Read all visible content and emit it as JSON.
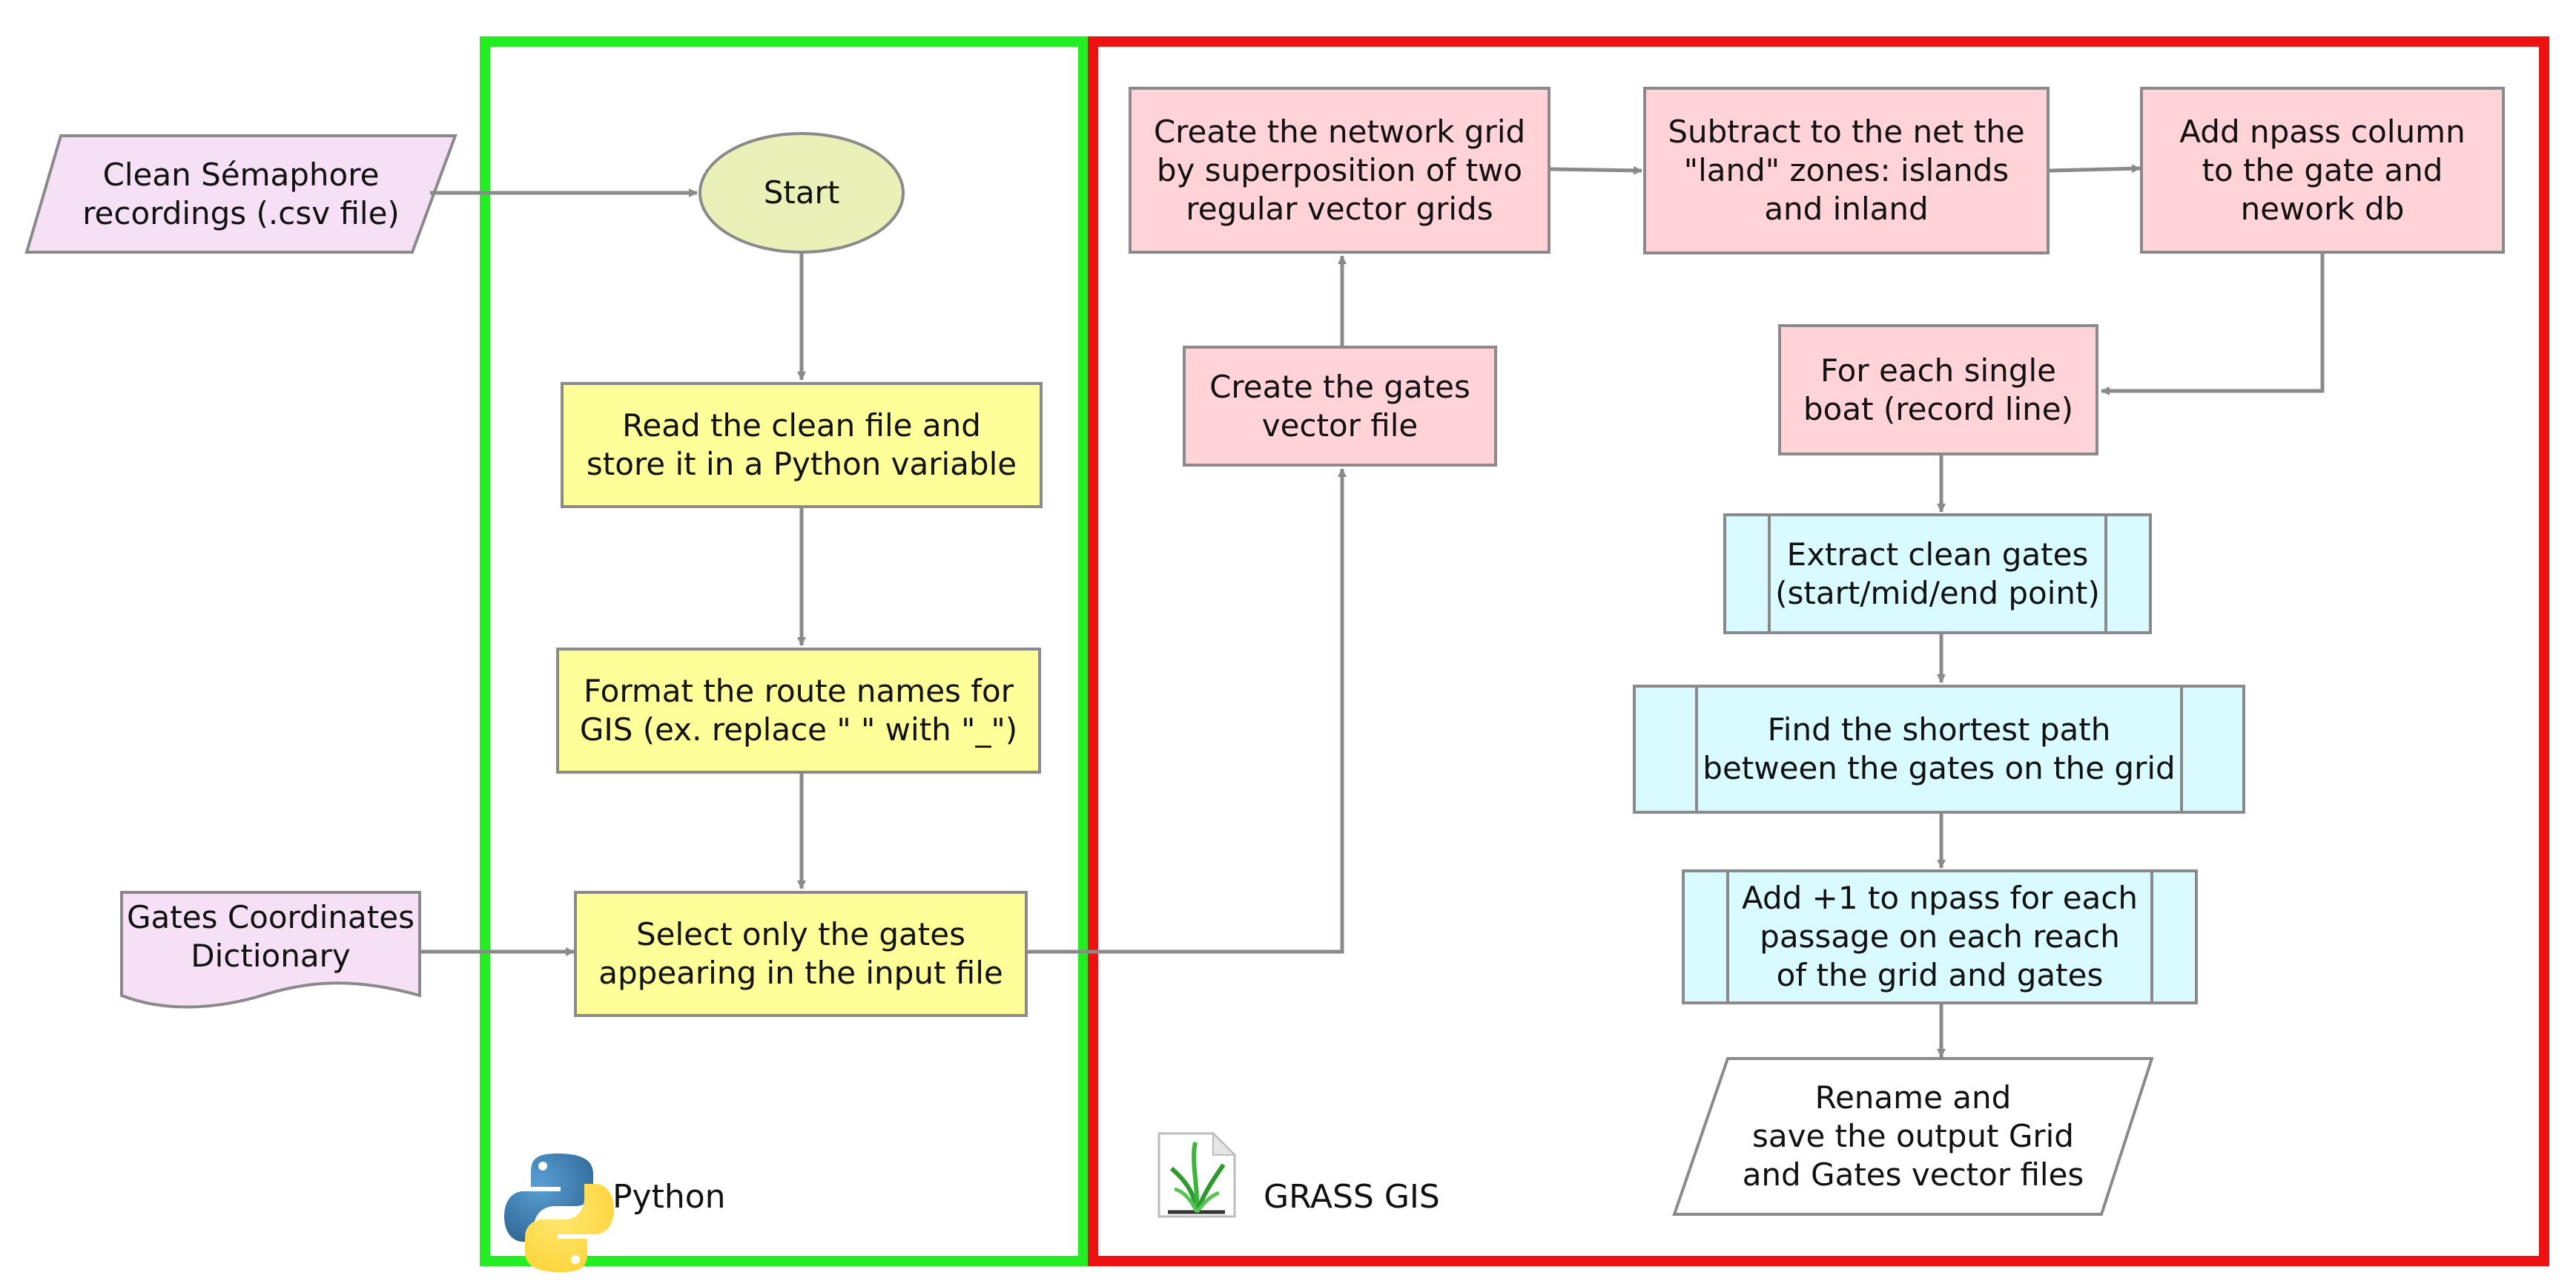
{
  "containers": {
    "python": {
      "label": "Python",
      "color": "#22ee22"
    },
    "grass": {
      "label": "GRASS GIS",
      "color": "#ee1111"
    }
  },
  "colors": {
    "python_process": "#ffff99",
    "grass_process": "#ffd3d8",
    "grass_subprocess": "#d9fbff",
    "input": "#f5e0f5",
    "start": "#eaf0b8",
    "border": "#8a8a8a",
    "arrow": "#8a8a8a"
  },
  "nodes": {
    "input_csv": "Clean Sémaphore\nrecordings (.csv file)",
    "start": "Start",
    "read_file": "Read the clean file and\nstore it in a Python variable",
    "format_routes": "Format the route names for\nGIS (ex. replace \" \" with \"_\")",
    "gates_dict": "Gates Coordinates\nDictionary",
    "select_gates": "Select only the gates\nappearing in the input file",
    "create_gates": "Create the gates\nvector file",
    "create_grid": "Create the network grid\nby superposition of two\nregular vector grids",
    "subtract_land": "Subtract to the net the\n\"land\" zones: islands\nand inland",
    "add_npass": "Add npass column\nto the gate and\nnework db",
    "for_each_boat": "For each single\nboat (record line)",
    "extract_gates": "Extract clean gates\n(start/mid/end point)",
    "shortest_path": "Find the shortest path\nbetween the gates on the grid",
    "add_one": "Add +1 to npass for each\npassage on each reach\nof the grid and gates",
    "rename_save": "Rename and\nsave the output Grid\nand Gates vector files"
  }
}
